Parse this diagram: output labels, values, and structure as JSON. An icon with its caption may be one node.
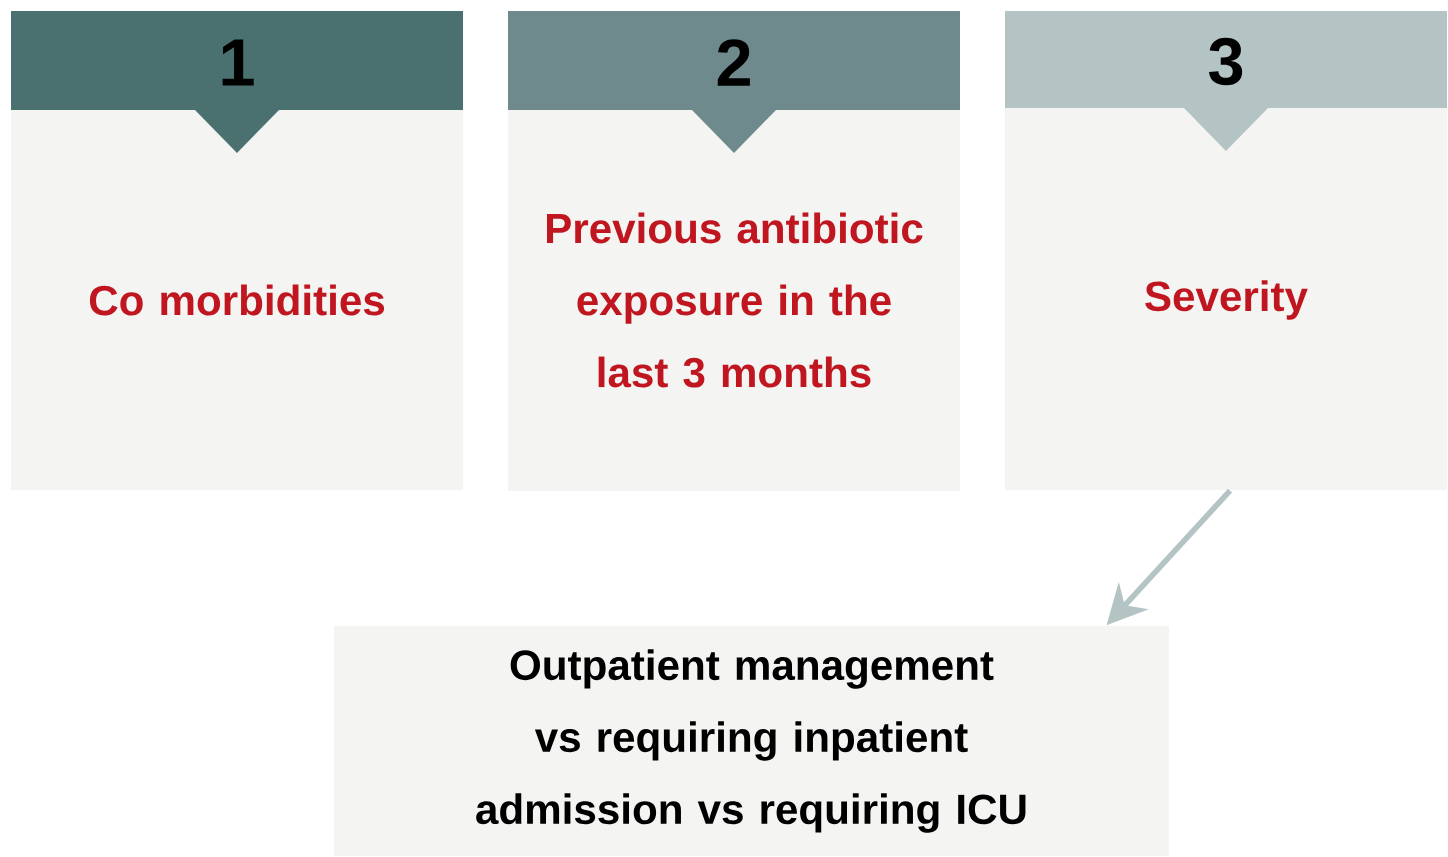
{
  "diagram": {
    "nodes": [
      {
        "text": [
          "1",
          "Co morbidities"
        ]
      },
      {
        "text": [
          "2",
          "Previous antibiotic exposure in the last 3 months"
        ]
      },
      {
        "text": [
          "3",
          "Severity"
        ]
      },
      {
        "text": [
          "Outpatient management vs requiring inpatient admission vs requiring ICU"
        ]
      }
    ],
    "edges": [
      {
        "from": 2,
        "to": 3,
        "arrow": "to"
      }
    ]
  }
}
